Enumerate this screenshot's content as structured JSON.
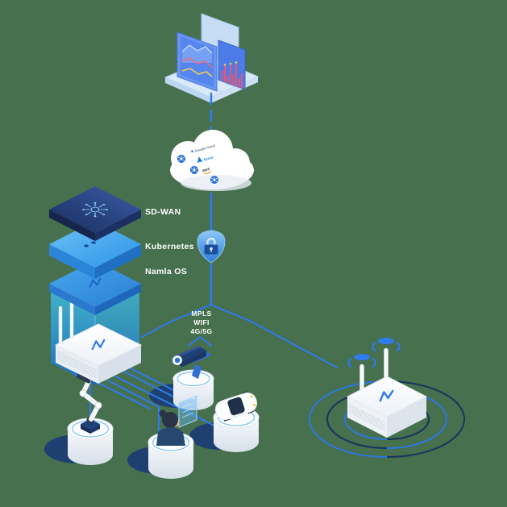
{
  "illustration": {
    "background_color": "#47704E",
    "line_color": "#2F7BF0",
    "navy_color": "#15345e",
    "accent_light_blue": "#53b1f2"
  },
  "stack": {
    "layers": [
      {
        "label": "SD-WAN"
      },
      {
        "label": "Kubernetes"
      },
      {
        "label": "Namla OS"
      }
    ]
  },
  "connectivity_label": {
    "line1": "MPLS",
    "line2": "WIFI",
    "line3": "4G/5G"
  },
  "cloud": {
    "providers": [
      "Google Cloud",
      "Azure",
      "aws"
    ]
  },
  "icons": {
    "security": "shield-lock-icon",
    "sdwan": "mesh-network-icon",
    "kubernetes_wheel": "kubernetes-wheel-icon",
    "broadcast": "antenna-broadcast-icon"
  }
}
